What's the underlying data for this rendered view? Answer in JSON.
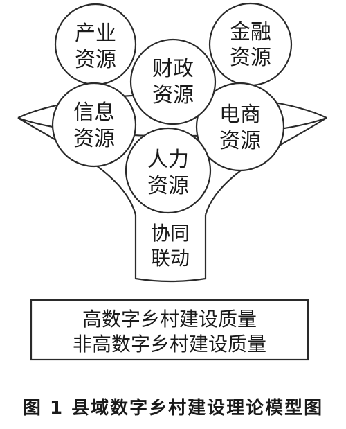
{
  "resources": [
    {
      "key": "industry",
      "line1": "产业",
      "line2": "资源"
    },
    {
      "key": "finance",
      "line1": "金融",
      "line2": "资源"
    },
    {
      "key": "fiscal",
      "line1": "财政",
      "line2": "资源"
    },
    {
      "key": "information",
      "line1": "信息",
      "line2": "资源"
    },
    {
      "key": "ecommerce",
      "line1": "电商",
      "line2": "资源"
    },
    {
      "key": "human",
      "line1": "人力",
      "line2": "资源"
    }
  ],
  "funnel_neck": {
    "line1": "协同",
    "line2": "联动"
  },
  "output_box": {
    "line1": "高数字乡村建设质量",
    "line2": "非高数字乡村建设质量"
  },
  "caption": "图 1  县域数字乡村建设理论模型图"
}
